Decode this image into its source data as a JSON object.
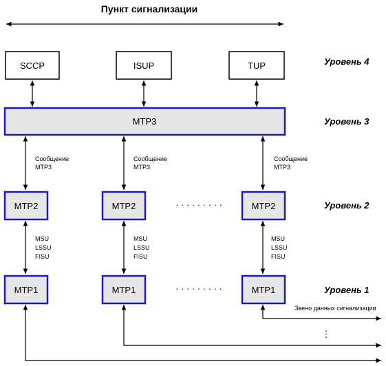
{
  "title": "Пункт сигнализации",
  "level4": {
    "label": "Уровень 4",
    "boxes": [
      "SCCP",
      "ISUP",
      "TUP"
    ]
  },
  "level3": {
    "label": "Уровень 3",
    "box": "MTP3"
  },
  "msg_mtp3": [
    "Сообщение",
    "MTP3"
  ],
  "level2": {
    "label": "Уровень 2",
    "box": "MTP2",
    "ellipsis": "· · · · · · · · ·"
  },
  "signal_units": [
    "MSU",
    "LSSU",
    "FISU"
  ],
  "level1": {
    "label": "Уровень 1",
    "box": "MTP1",
    "ellipsis": "· · · · · · · · ·"
  },
  "link_label": "Звено данных сигнализации",
  "vertical_dots": "⋮"
}
